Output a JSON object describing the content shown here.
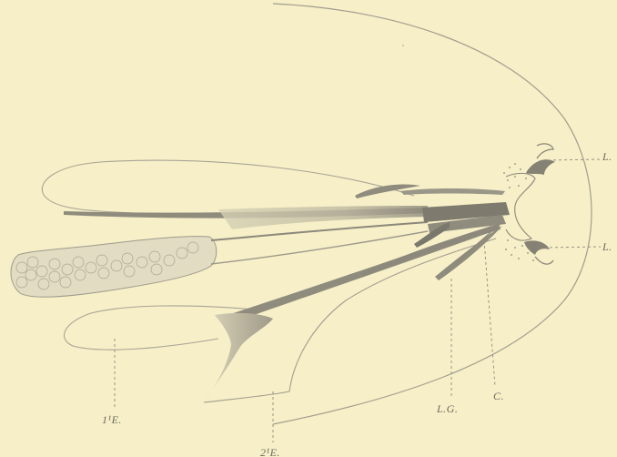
{
  "figure": {
    "labels": {
      "l_upper": "L.",
      "l_lower": "L.",
      "c": "C.",
      "lg": "L.G.",
      "first_e": "1¹E.",
      "second_e": "2¹E."
    }
  },
  "colors": {
    "paper": "#f6efc7",
    "ink": "#8f8b7d",
    "shadow": "#9d9a8e",
    "dark_shadow": "#7a776d",
    "label": "#6d6a60"
  }
}
